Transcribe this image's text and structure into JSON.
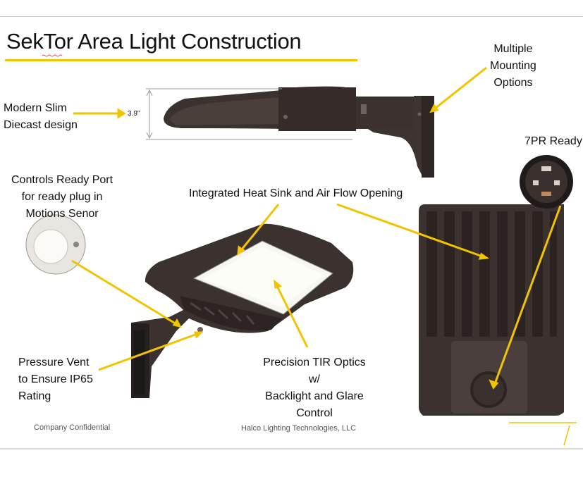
{
  "slide": {
    "title": "SekTor Area Light Construction",
    "accent_color": "#f2c400",
    "fixture_color": "#3b312e"
  },
  "callouts": {
    "slim_line1": "Modern Slim",
    "slim_line2": "Diecast design",
    "dimension": "3.9\"",
    "mount_line1": "Multiple",
    "mount_line2": "Mounting",
    "mount_line3": "Options",
    "pr7": "7PR Ready",
    "controls_line1": "Controls Ready Port",
    "controls_line2": "for ready plug in",
    "controls_line3": "Motions Senor",
    "heatsink": "Integrated Heat Sink and Air Flow Opening",
    "vent_line1": "Pressure Vent",
    "vent_line2": "to Ensure IP65",
    "vent_line3": "Rating",
    "optics_line1": "Precision TIR Optics w/",
    "optics_line2": "Backlight and Glare",
    "optics_line3": "Control"
  },
  "footer": {
    "left": "Company Confidential",
    "center": "Halco Lighting Technologies, LLC"
  }
}
